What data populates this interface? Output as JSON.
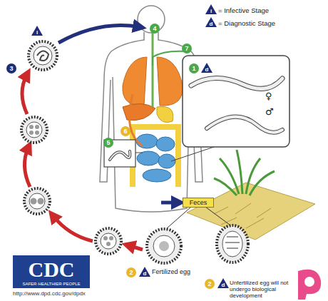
{
  "diagram": {
    "nodes": [
      {
        "text": [
          "Feces"
        ]
      }
    ],
    "labels": [
      "i",
      "d",
      "1",
      "d",
      "♀",
      "♂",
      "2",
      "d",
      "Fertilized egg",
      "2",
      "d",
      "Unfertilized egg will not undergo biological development",
      "3",
      "i",
      "4",
      "5",
      "6",
      "7",
      "CDC",
      "SAFER·HEALTHIER·PEOPLE",
      "http://www.dpd.cdc.gov/dpdx"
    ],
    "legend": [
      {
        "text": "= Infective Stage"
      },
      {
        "text": "= Diagnostic Stage"
      }
    ]
  }
}
